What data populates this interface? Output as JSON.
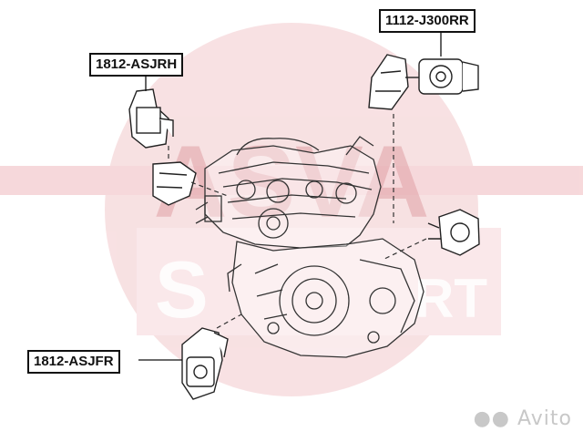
{
  "watermark": {
    "brand": "ASVA",
    "subtitle_parts": [
      "S",
      "RT"
    ],
    "color": "#e8b4b8"
  },
  "labels": {
    "rear_right_mount": "1112-J300RR",
    "right_mount": "1812-ASJRH",
    "front_right_mount": "1812-ASJFR"
  },
  "marketplace_logo": "Avito",
  "colors": {
    "line_art": "#333333",
    "label_border": "#111111"
  }
}
